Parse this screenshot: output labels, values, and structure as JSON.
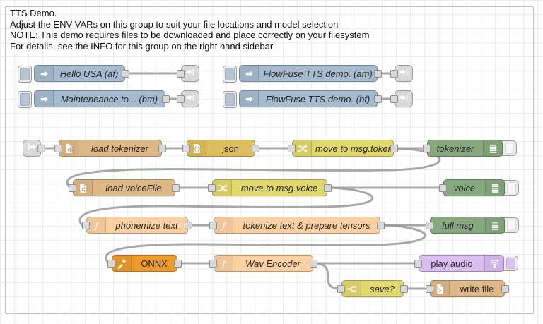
{
  "note": {
    "lines": [
      "TTS Demo.",
      "Adjust the ENV VARs on this group to suit your file locations and model selection",
      "NOTE: This demo requires files to be downloaded and place correctly on your filesystem",
      "For details, see the INFO for this group on the right hand sidebar"
    ]
  },
  "nodes": {
    "hello_usa": {
      "label": "Hello USA (af)"
    },
    "flowfuse_am": {
      "label": "FlowFuse TTS demo. (am)"
    },
    "maintenance_bm": {
      "label": "Mainteneance to... (bm)"
    },
    "flowfuse_bf": {
      "label": "FlowFuse TTS demo. (bf)"
    },
    "load_tokenizer": {
      "label": "load tokenizer"
    },
    "json": {
      "label": "json"
    },
    "move_tokenizer": {
      "label": "move to msg.tokenizer"
    },
    "debug_tokenizer": {
      "label": "tokenizer"
    },
    "load_voicefile": {
      "label": "load voiceFile"
    },
    "move_voice": {
      "label": "move to msg.voice"
    },
    "debug_voice": {
      "label": "voice"
    },
    "phonemize": {
      "label": "phonemize text"
    },
    "tokenize": {
      "label": "tokenize text & prepare tensors"
    },
    "debug_fullmsg": {
      "label": "full msg"
    },
    "onnx": {
      "label": "ONNX"
    },
    "wav_encoder": {
      "label": "Wav Encoder"
    },
    "play_audio": {
      "label": "play audio"
    },
    "save": {
      "label": "save?"
    },
    "write_file": {
      "label": "write file"
    }
  },
  "colors": {
    "inject": "#a6bbcf",
    "link": "#d9d9d9",
    "file": "#deb887",
    "json": "#debd5c",
    "change": "#e2d96e",
    "debug": "#87a980",
    "function": "#fdd0a2",
    "onnx": "#ee9a2b",
    "play": "#dcbdf2",
    "switch": "#e2d96e",
    "wire": "#999999",
    "inject_btn": "#b6c4d4",
    "debug_btn": "#f6f8f5",
    "play_btn": "#ddc2f0",
    "group_border": "#bdbdc4"
  }
}
